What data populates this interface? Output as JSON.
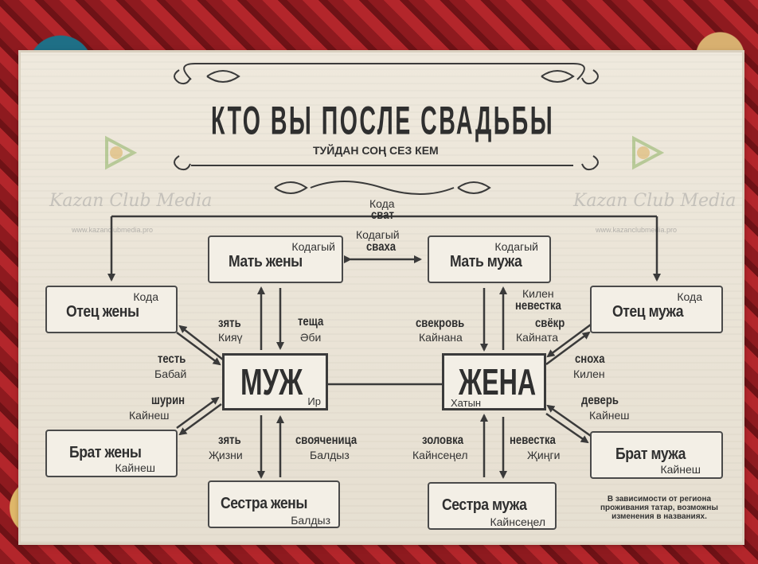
{
  "title": "КТО ВЫ ПОСЛЕ СВАДЬБЫ",
  "subtitle": "ТУЙДАН СОҢ СЕЗ КЕМ",
  "watermark": {
    "brand": "Kazan Club Media",
    "url": "www.kazanclubmedia.pro"
  },
  "top_relation": {
    "tatar": "Кода",
    "russian": "сват"
  },
  "middle_relation": {
    "tatar": "Кодагый",
    "russian": "сваха"
  },
  "nodes": {
    "mat_zheny": {
      "tatar": "Кодагый",
      "russian": "Мать жены"
    },
    "mat_muzha": {
      "tatar": "Кодагый",
      "russian": "Мать мужа"
    },
    "otec_zheny": {
      "tatar": "Кода",
      "russian": "Отец жены"
    },
    "otec_muzha": {
      "tatar": "Кода",
      "russian": "Отец мужа"
    },
    "muzh": {
      "russian": "МУЖ",
      "tatar": "Ир"
    },
    "zhena": {
      "russian": "ЖЕНА",
      "tatar": "Хатын"
    },
    "brat_zheny": {
      "russian": "Брат жены",
      "tatar": "Кайнеш"
    },
    "brat_muzha": {
      "russian": "Брат мужа",
      "tatar": "Кайнеш"
    },
    "sestra_zheny": {
      "russian": "Сестра жены",
      "tatar": "Балдыз"
    },
    "sestra_muzha": {
      "russian": "Сестра мужа",
      "tatar": "Кайнсеңел"
    }
  },
  "edge_labels": {
    "zyat_up": {
      "russian": "зять",
      "tatar": "Кияү"
    },
    "teshcha": {
      "russian": "теща",
      "tatar": "Әби"
    },
    "test": {
      "russian": "тесть",
      "tatar": "Бабай"
    },
    "shurin": {
      "russian": "шурин",
      "tatar": "Кайнеш"
    },
    "zyat_down": {
      "russian": "зять",
      "tatar": "Җизни"
    },
    "svoyachenica": {
      "russian": "свояченица",
      "tatar": "Балдыз"
    },
    "kilen_nevestka": {
      "tatar": "Килен",
      "russian": "невестка"
    },
    "svekrov": {
      "russian": "свекровь",
      "tatar": "Кайнана"
    },
    "svekr": {
      "russian": "свёкр",
      "tatar": "Кайната"
    },
    "snoha": {
      "russian": "сноха",
      "tatar": "Килен"
    },
    "dever": {
      "russian": "деверь",
      "tatar": "Кайнеш"
    },
    "zolovka": {
      "russian": "золовка",
      "tatar": "Кайнсеңел"
    },
    "nevestka_down": {
      "russian": "невестка",
      "tatar": "Җиңги"
    }
  },
  "note": "В зависимости от региона проживания татар, возможны изменения в названиях."
}
